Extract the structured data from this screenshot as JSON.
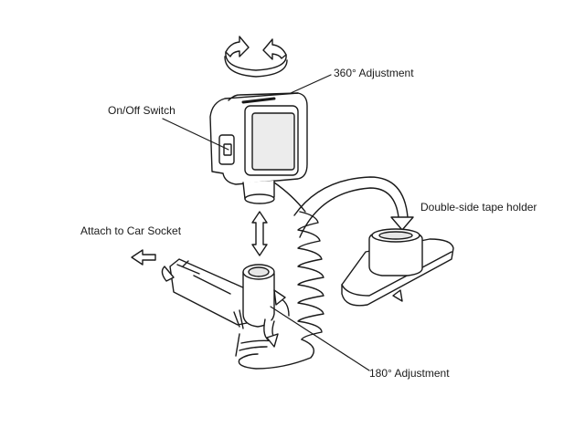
{
  "labels": {
    "adj360": "360° Adjustment",
    "onoff": "On/Off Switch",
    "tape": "Double-side tape holder",
    "socket": "Attach to Car Socket",
    "adj180": "180° Adjustment"
  },
  "colors": {
    "line": "#1a1a1a",
    "fill": "#ffffff",
    "screen": "#ececec",
    "shade": "#e6e6e6"
  },
  "icons": [
    "rotate-arrows-icon",
    "bidirectional-arrow-icon",
    "curved-arrow-icon",
    "direction-arrow-icon"
  ]
}
